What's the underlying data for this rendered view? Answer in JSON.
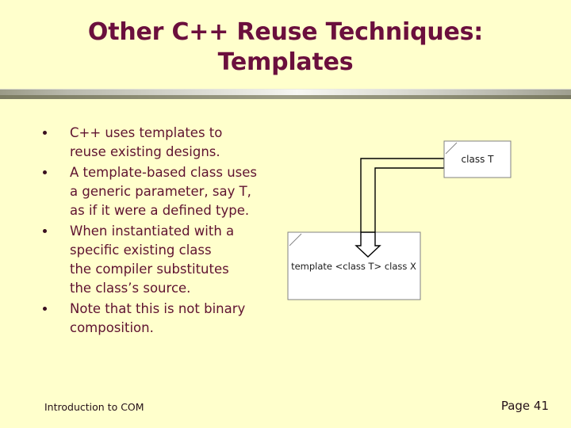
{
  "slide": {
    "background_color": "#ffffcc",
    "title_color": "#6b0f3d",
    "body_color": "#5f1230",
    "footer_color": "#241018",
    "divider_color": "#9c9c85"
  },
  "title": {
    "line1": "Other C++ Reuse Techniques:",
    "line2": "Templates"
  },
  "bullets": [
    {
      "marker": "bullet-dot",
      "lines": [
        "C++ uses templates to",
        "reuse existing designs."
      ]
    },
    {
      "marker": "bullet-dot",
      "lines": [
        "A template-based class uses",
        "a generic parameter, say T,",
        "as if it were a defined type."
      ]
    },
    {
      "marker": "bullet-dot",
      "lines": [
        "When instantiated with a",
        "specific existing class",
        "the compiler substitutes",
        "the class’s source."
      ]
    },
    {
      "marker": "bullet-dot",
      "lines": [
        "Note that this is not binary",
        "composition."
      ]
    }
  ],
  "diagram": {
    "box_fill": "#ffffff",
    "box_border": "#808080",
    "arrow_stroke": "#000000",
    "class_box": {
      "label": "class T"
    },
    "template_box": {
      "label": "template <class T> class X"
    },
    "connector": {
      "kind": "elbow-block-arrow",
      "direction": "left-then-down",
      "arrowhead": "hollow-triangle"
    }
  },
  "footer": {
    "left": "Introduction to COM",
    "right": "Page 41"
  }
}
